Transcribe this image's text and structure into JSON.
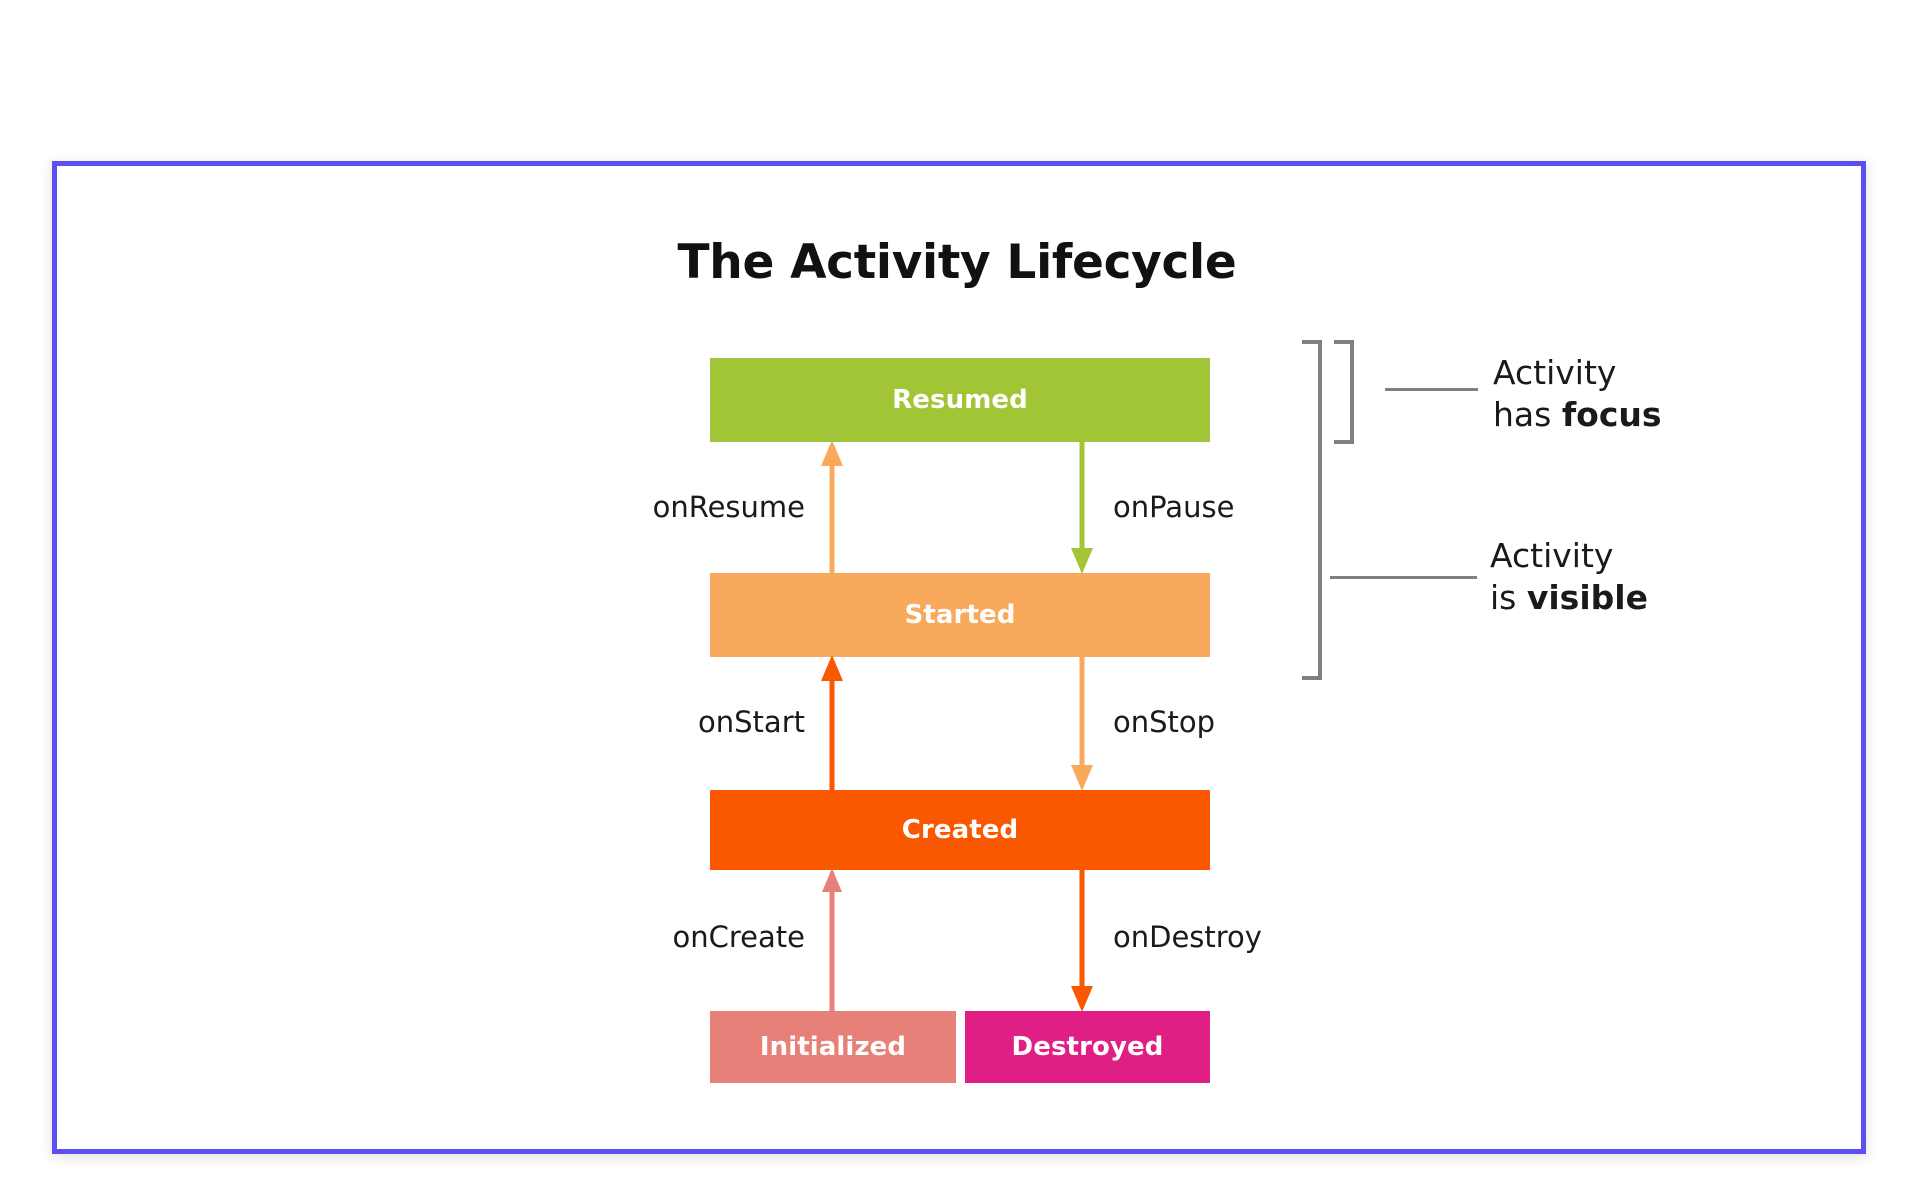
{
  "slide": {
    "title": "The Activity Lifecycle",
    "border_color": "#5b4ff0",
    "background": "#ffffff"
  },
  "states": [
    {
      "id": "resumed",
      "label": "Resumed",
      "color": "#a2c536",
      "text_color": "#ffffff"
    },
    {
      "id": "started",
      "label": "Started",
      "color": "#f9a95c",
      "text_color": "#ffffff"
    },
    {
      "id": "created",
      "label": "Created",
      "color": "#f95700",
      "text_color": "#ffffff"
    },
    {
      "id": "initialized",
      "label": "Initialized",
      "color": "#e8807a",
      "text_color": "#ffffff"
    },
    {
      "id": "destroyed",
      "label": "Destroyed",
      "color": "#e01f84",
      "text_color": "#ffffff"
    }
  ],
  "transitions": [
    {
      "id": "onresume",
      "label": "onResume",
      "from": "started",
      "to": "resumed",
      "direction": "up",
      "color": "#f9a95c",
      "side": "left"
    },
    {
      "id": "onpause",
      "label": "onPause",
      "from": "resumed",
      "to": "started",
      "direction": "down",
      "color": "#a2c536",
      "side": "right"
    },
    {
      "id": "onstart",
      "label": "onStart",
      "from": "created",
      "to": "started",
      "direction": "up",
      "color": "#f95700",
      "side": "left"
    },
    {
      "id": "onstop",
      "label": "onStop",
      "from": "started",
      "to": "created",
      "direction": "down",
      "color": "#f9a95c",
      "side": "right"
    },
    {
      "id": "oncreate",
      "label": "onCreate",
      "from": "initialized",
      "to": "created",
      "direction": "up",
      "color": "#e8807a",
      "side": "left"
    },
    {
      "id": "ondestroy",
      "label": "onDestroy",
      "from": "created",
      "to": "destroyed",
      "direction": "down",
      "color": "#f95700",
      "side": "right"
    }
  ],
  "callouts": [
    {
      "id": "focus",
      "line1": "Activity",
      "line2_light": "has ",
      "line2_strong": "focus",
      "covers": [
        "resumed"
      ]
    },
    {
      "id": "visible",
      "line1": "Activity",
      "line2_light": "is ",
      "line2_strong": "visible",
      "covers": [
        "resumed",
        "started"
      ]
    }
  ],
  "bracket_color": "#808080"
}
